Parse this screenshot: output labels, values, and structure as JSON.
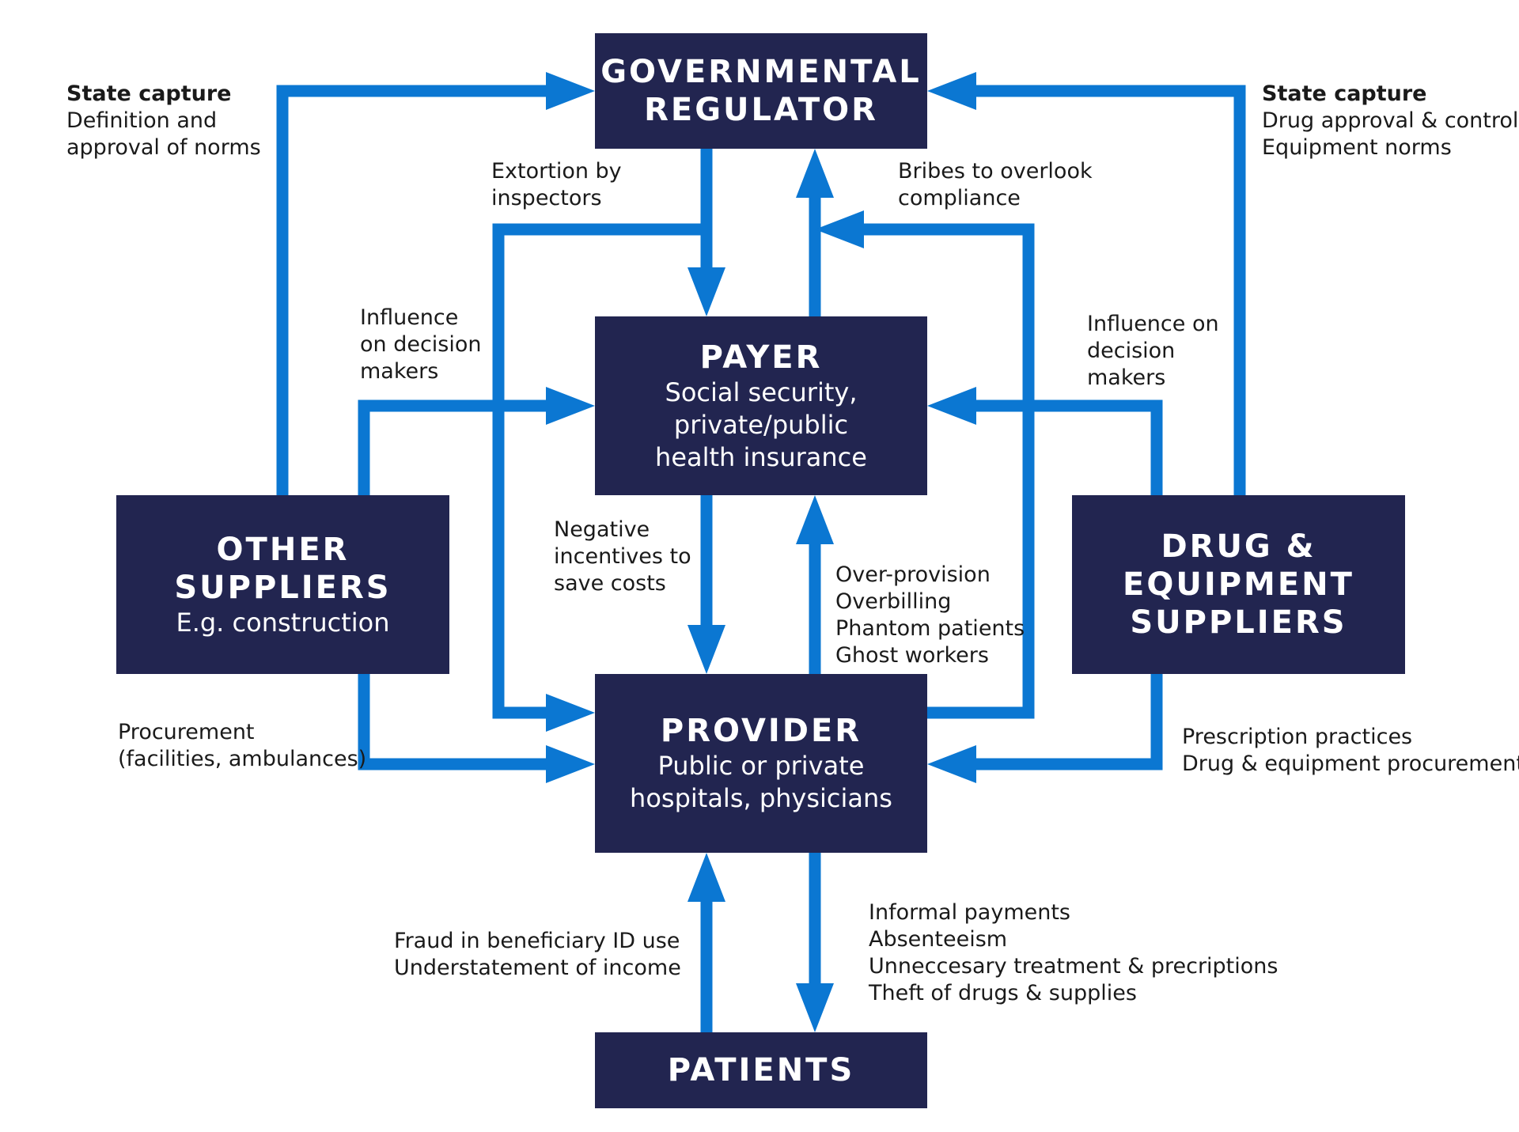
{
  "colors": {
    "box": "#222550",
    "arrow": "#0b77d2",
    "text": "#1a1a1a"
  },
  "nodes": {
    "regulator": {
      "title": [
        "GOVERNMENTAL",
        "REGULATOR"
      ]
    },
    "payer": {
      "title": [
        "PAYER"
      ],
      "subtitle": [
        "Social security,",
        "private/public",
        "health insurance"
      ]
    },
    "provider": {
      "title": [
        "PROVIDER"
      ],
      "subtitle": [
        "Public or private",
        "hospitals, physicians"
      ]
    },
    "other_suppliers": {
      "title": [
        "OTHER",
        "SUPPLIERS"
      ],
      "subtitle": [
        "E.g. construction"
      ]
    },
    "drug_suppliers": {
      "title": [
        "DRUG &",
        "EQUIPMENT",
        "SUPPLIERS"
      ]
    },
    "patients": {
      "title": [
        "PATIENTS"
      ]
    }
  },
  "labels": {
    "state_capture_left": {
      "heading": "State capture",
      "lines": [
        "Definition and",
        "approval of norms"
      ]
    },
    "state_capture_right": {
      "heading": "State capture",
      "lines": [
        "Drug approval & control",
        "Equipment norms"
      ]
    },
    "extortion": {
      "lines": [
        "Extortion by",
        "inspectors"
      ]
    },
    "bribes": {
      "lines": [
        "Bribes to overlook",
        "compliance"
      ]
    },
    "influence_left": {
      "lines": [
        "Influence",
        "on decision",
        "makers"
      ]
    },
    "influence_right": {
      "lines": [
        "Influence on",
        "decision",
        "makers"
      ]
    },
    "negative_incentives": {
      "lines": [
        "Negative",
        "incentives to",
        "save costs"
      ]
    },
    "overprovision": {
      "lines": [
        "Over-provision",
        "Overbilling",
        "Phantom patients",
        "Ghost workers"
      ]
    },
    "procurement_left": {
      "lines": [
        "Procurement",
        "(facilities, ambulances)"
      ]
    },
    "procurement_right": {
      "lines": [
        "Prescription practices",
        "Drug & equipment procurement"
      ]
    },
    "patient_fraud": {
      "lines": [
        "Fraud in beneficiary ID use",
        "Understatement of income"
      ]
    },
    "provider_abuse": {
      "lines": [
        "Informal payments",
        "Absenteeism",
        "Unneccesary treatment & precriptions",
        "Theft of drugs & supplies"
      ]
    }
  }
}
